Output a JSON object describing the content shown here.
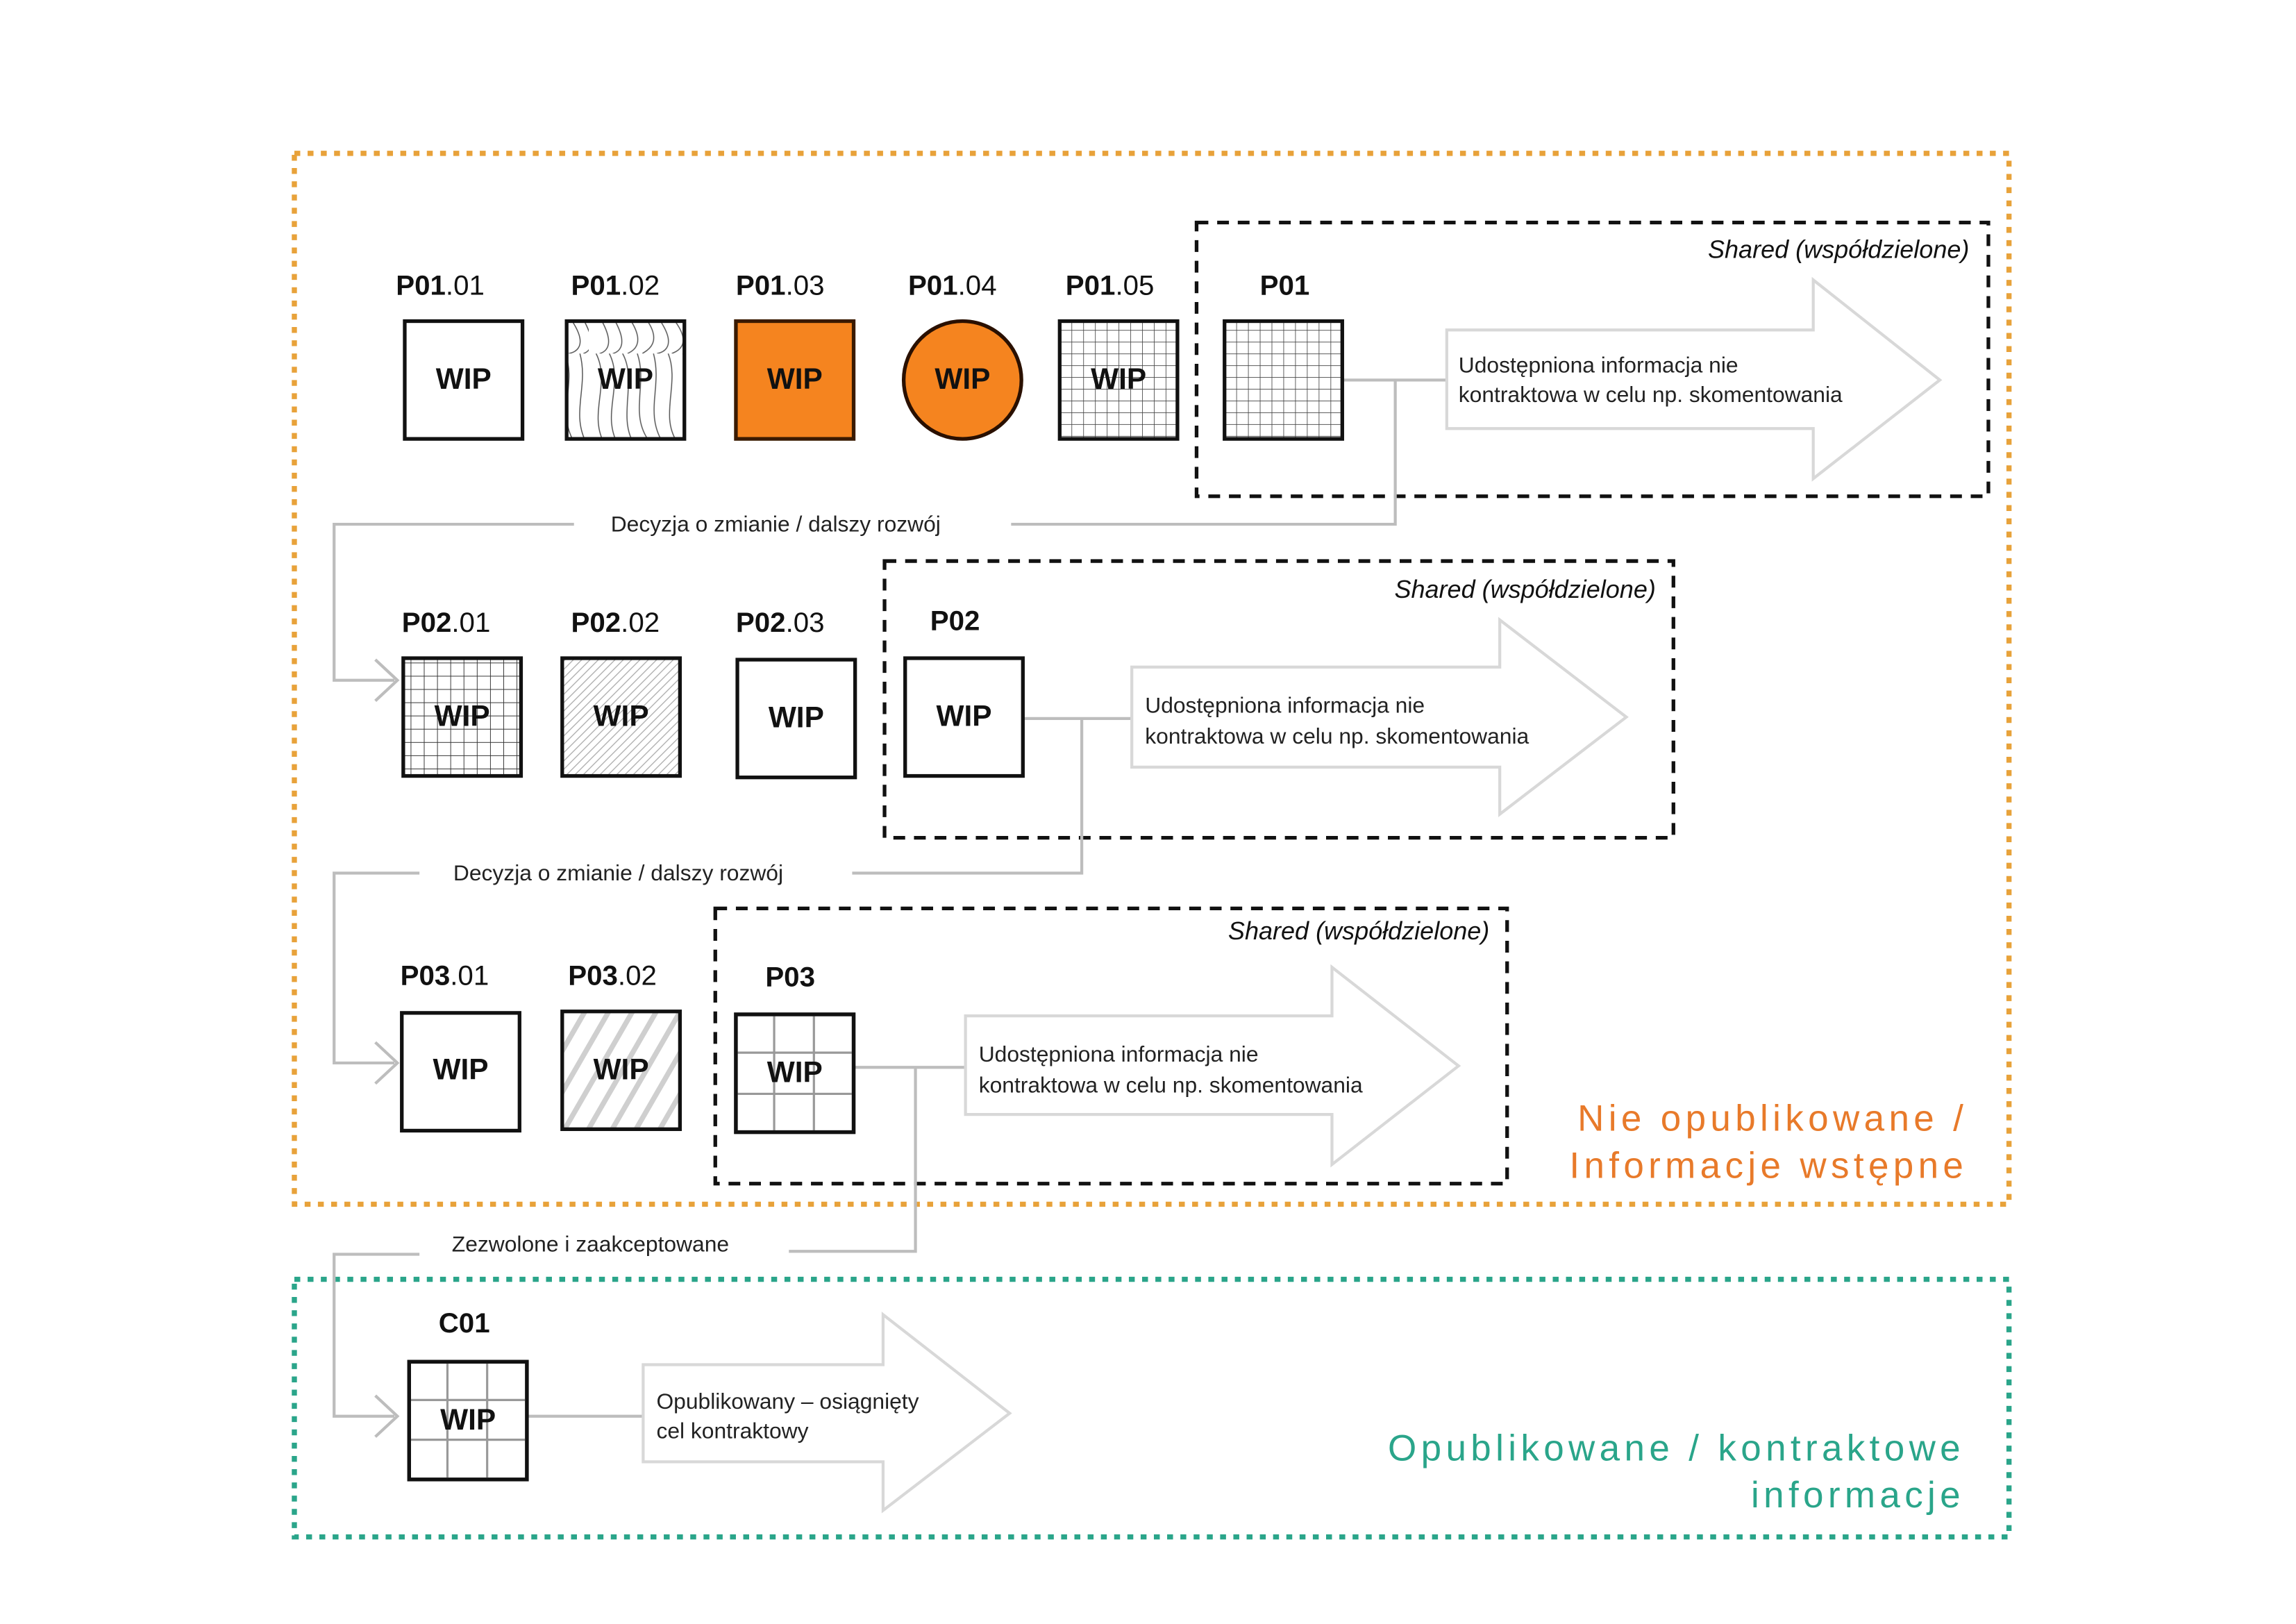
{
  "colors": {
    "orange": "#F5841F",
    "teal": "#2AA58A",
    "zone_orange": "#E8A23A",
    "connector": "#BDBDBD"
  },
  "zones": {
    "unpublished": {
      "line1": "Nie opublikowane /",
      "line2": "Informacje wstępne"
    },
    "published": {
      "line1": "Opublikowane / kontraktowe",
      "line2": "informacje"
    }
  },
  "shared_label": "Shared (współdzielone)",
  "wip_label": "WIP",
  "rows": [
    {
      "items": [
        {
          "prefix": "P01",
          "suffix": ".01",
          "pattern": "plain"
        },
        {
          "prefix": "P01",
          "suffix": ".02",
          "pattern": "contour"
        },
        {
          "prefix": "P01",
          "suffix": ".03",
          "pattern": "orange"
        },
        {
          "prefix": "P01",
          "suffix": ".04",
          "pattern": "orange-circle"
        },
        {
          "prefix": "P01",
          "suffix": ".05",
          "pattern": "fine-grid"
        }
      ],
      "shared_item": {
        "prefix": "P01",
        "pattern": "fine-grid"
      },
      "arrow_text": [
        "Udostępniona informacja nie",
        "kontraktowa w celu np. skomentowania"
      ]
    },
    {
      "items": [
        {
          "prefix": "P02",
          "suffix": ".01",
          "pattern": "grid"
        },
        {
          "prefix": "P02",
          "suffix": ".02",
          "pattern": "hatch"
        },
        {
          "prefix": "P02",
          "suffix": ".03",
          "pattern": "plain"
        }
      ],
      "shared_item": {
        "prefix": "P02",
        "pattern": "plain"
      },
      "arrow_text": [
        "Udostępniona informacja nie",
        "kontraktowa w celu np. skomentowania"
      ]
    },
    {
      "items": [
        {
          "prefix": "P03",
          "suffix": ".01",
          "pattern": "plain"
        },
        {
          "prefix": "P03",
          "suffix": ".02",
          "pattern": "wide-hatch"
        }
      ],
      "shared_item": {
        "prefix": "P03",
        "pattern": "coarse-grid"
      },
      "arrow_text": [
        "Udostępniona informacja nie",
        "kontraktowa w celu np. skomentowania"
      ]
    }
  ],
  "published_item": {
    "prefix": "C01",
    "pattern": "coarse-grid"
  },
  "published_arrow_text": [
    "Opublikowany – osiągnięty",
    "cel kontraktowy"
  ],
  "connectors": {
    "decision_1": "Decyzja o zmianie / dalszy rozwój",
    "decision_2": "Decyzja o zmianie / dalszy rozwój",
    "approved": "Zezwolone i zaakceptowane"
  }
}
